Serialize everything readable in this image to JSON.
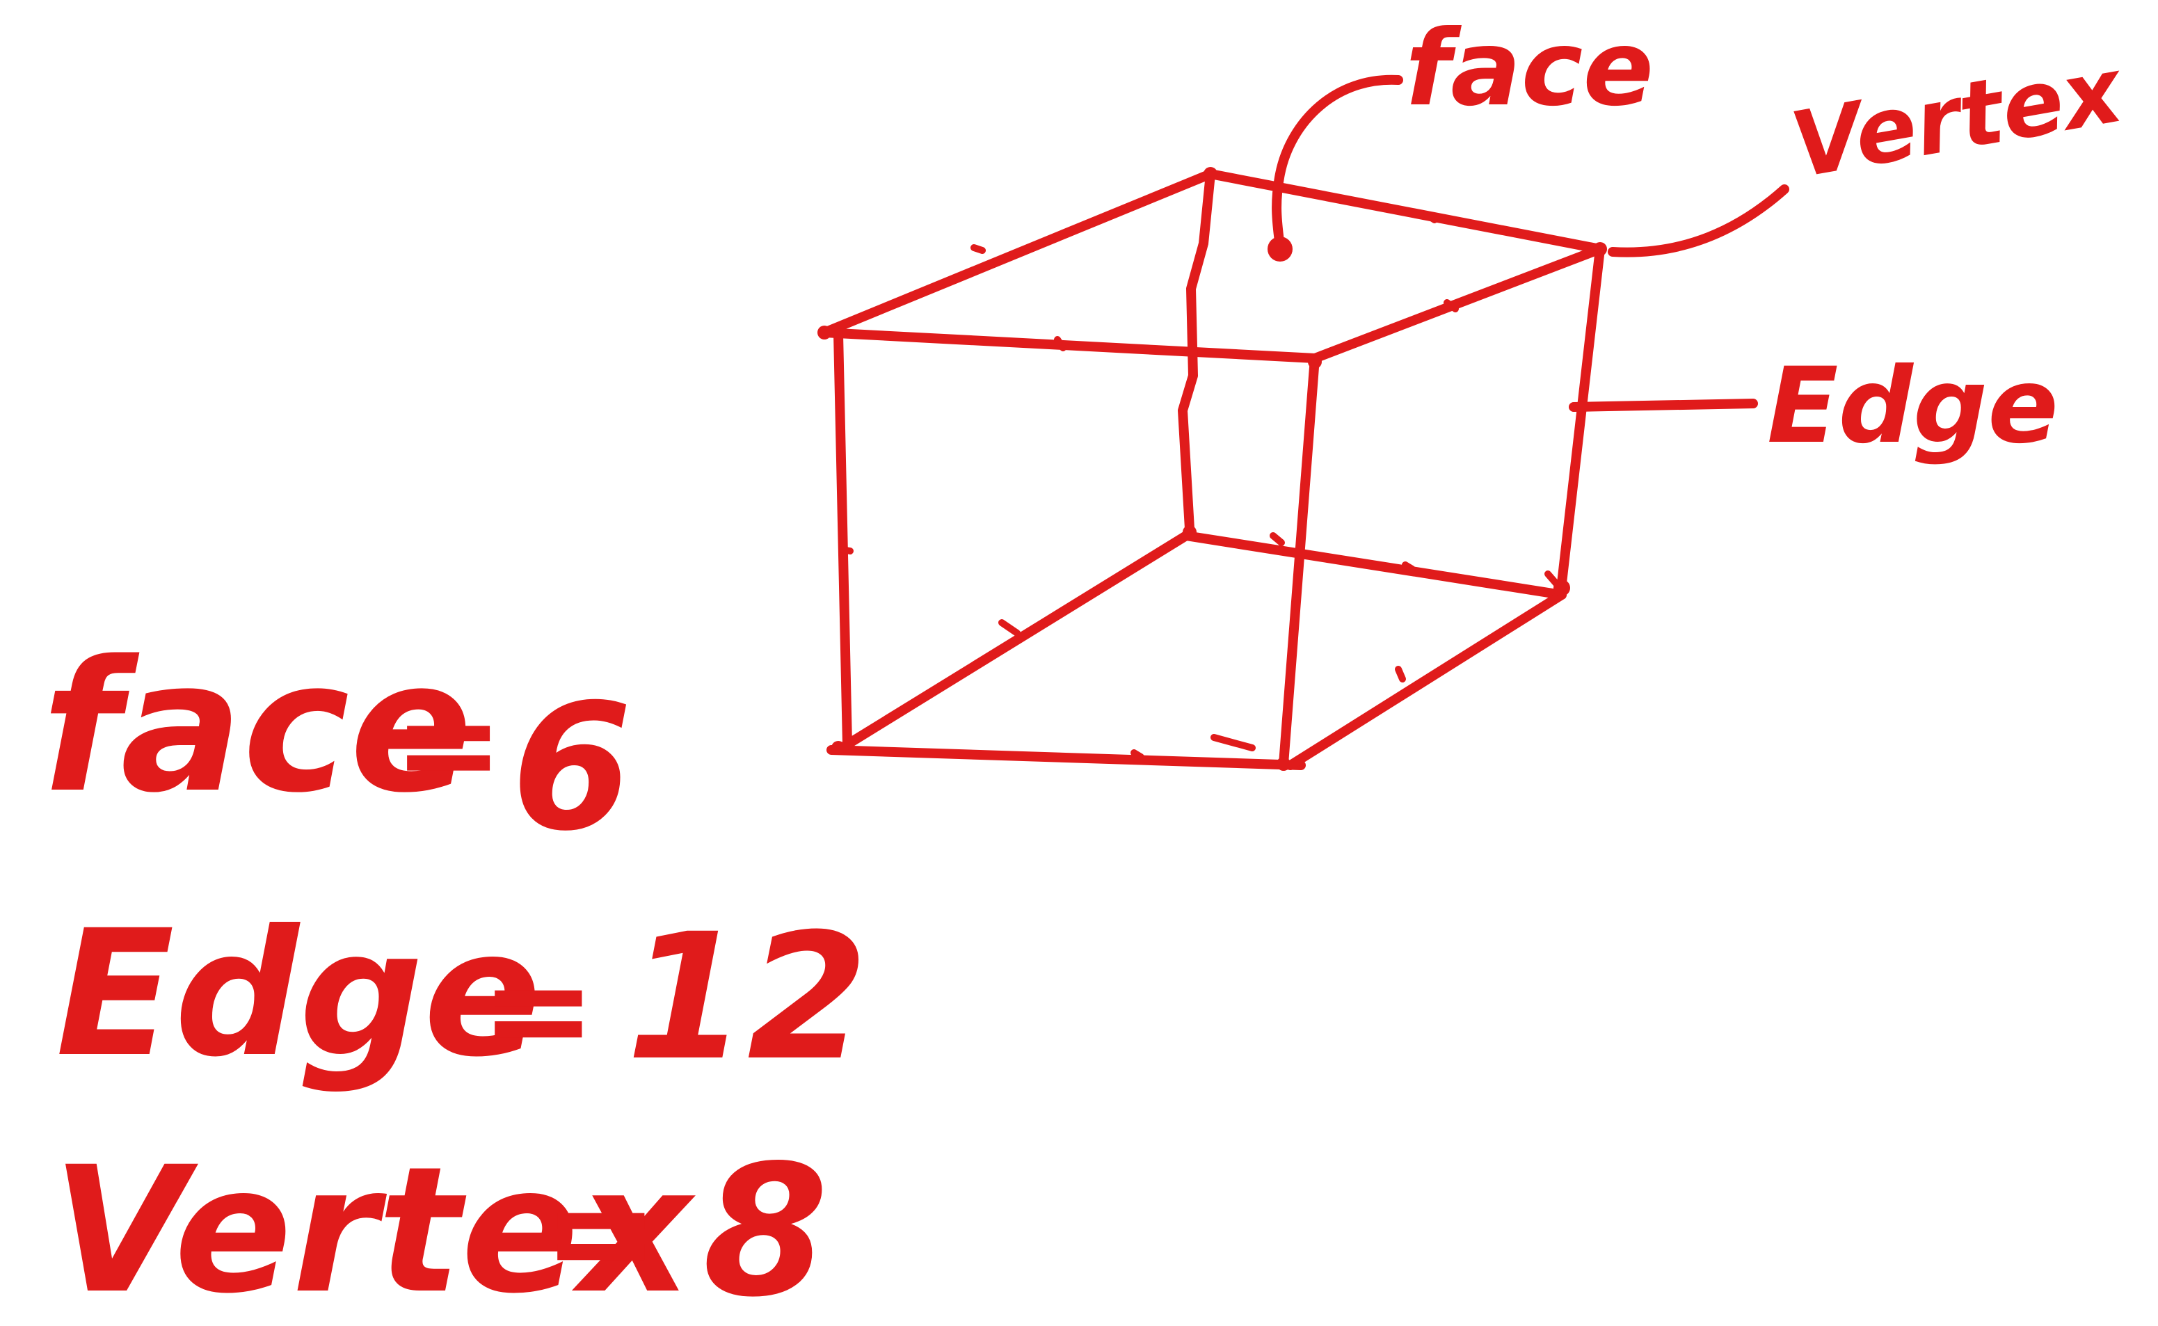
{
  "colors": {
    "ink": "#e01b1b",
    "background": "#ffffff"
  },
  "labels": {
    "face": "face",
    "vertex": "Vertex",
    "edge": "Edge"
  },
  "counts": [
    {
      "name": "face",
      "op": "=",
      "value": "6"
    },
    {
      "name": "Edge",
      "op": "=",
      "value": "12"
    },
    {
      "name": "Vertex",
      "op": "=",
      "value": "8"
    }
  ]
}
